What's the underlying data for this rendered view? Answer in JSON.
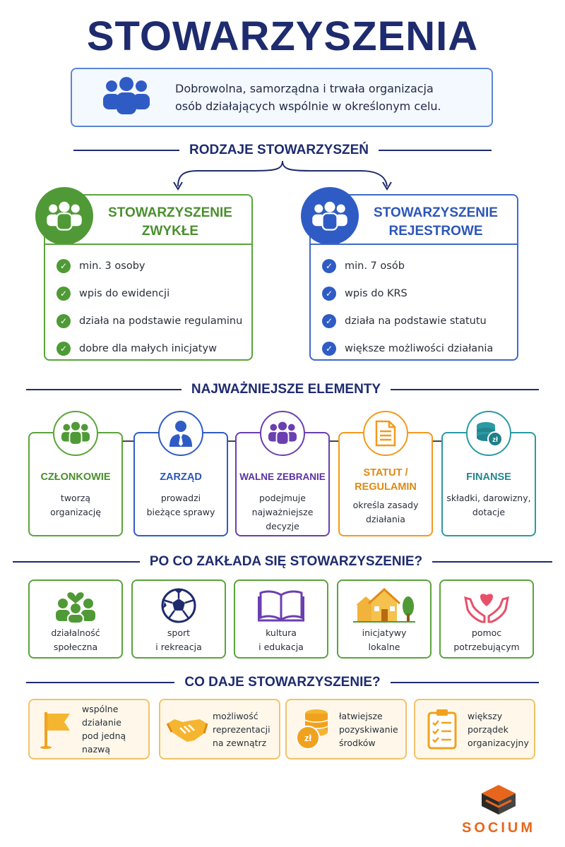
{
  "title": "STOWARZYSZENIA",
  "definition": {
    "line1": "Dobrowolna, samorządna i trwała organizacja",
    "line2": "osób działających wspólnie w określonym celu."
  },
  "section1": "RODZAJE STOWARZYSZEŃ",
  "types": [
    {
      "head1": "STOWARZYSZENIE",
      "head2": "ZWYKŁE",
      "items": [
        "min. 3 osoby",
        "wpis do ewidencji",
        "działa na podstawie regulaminu",
        "dobre dla małych inicjatyw"
      ]
    },
    {
      "head1": "STOWARZYSZENIE",
      "head2": "REJESTROWE",
      "items": [
        "min. 7 osób",
        "wpis do KRS",
        "działa na podstawie statutu",
        "większe możliwości działania"
      ]
    }
  ],
  "section2": "NAJWAŻNIEJSZE ELEMENTY",
  "elements": [
    {
      "head": "CZŁONKOWIE",
      "l1": "tworzą",
      "l2": "organizację",
      "color": "#5aa43a"
    },
    {
      "head": "ZARZĄD",
      "l1": "prowadzi",
      "l2": "bieżące sprawy",
      "color": "#2f5cc4"
    },
    {
      "head": "WALNE ZEBRANIE",
      "l1": "podejmuje",
      "l2": "najważniejsze decyzje",
      "color": "#6a3fb0"
    },
    {
      "head1": "STATUT /",
      "head2": "REGULAMIN",
      "l1": "określa zasady",
      "l2": "działania",
      "color": "#f29a1e"
    },
    {
      "head": "FINANSE",
      "l1": "składki, darowizny,",
      "l2": "dotacje",
      "color": "#2a9aa3"
    }
  ],
  "section3": "PO CO ZAKŁADA SIĘ STOWARZYSZENIE?",
  "purposes": [
    {
      "l1": "działalność",
      "l2": "społeczna"
    },
    {
      "l1": "sport",
      "l2": "i rekreacja"
    },
    {
      "l1": "kultura",
      "l2": "i edukacja"
    },
    {
      "l1": "inicjatywy",
      "l2": "lokalne"
    },
    {
      "l1": "pomoc",
      "l2": "potrzebującym"
    }
  ],
  "section4": "CO DAJE STOWARZYSZENIE?",
  "benefits": [
    {
      "lines": [
        "wspólne działanie",
        "pod jedną nazwą"
      ]
    },
    {
      "lines": [
        "możliwość",
        "reprezentacji",
        "na zewnątrz"
      ]
    },
    {
      "lines": [
        "łatwiejsze",
        "pozyskiwanie",
        "środków"
      ]
    },
    {
      "lines": [
        "większy",
        "porządek",
        "organizacyjny"
      ]
    }
  ],
  "coin_label": "zł",
  "logo_text": "SOCIUM"
}
